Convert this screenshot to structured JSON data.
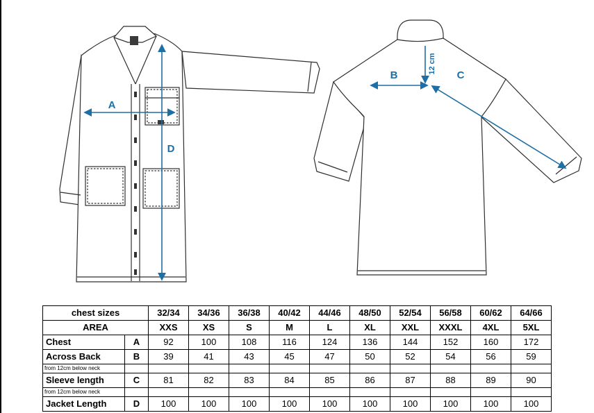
{
  "colors": {
    "accent": "#1d6fa5",
    "line": "#2e2e2e"
  },
  "diagram": {
    "labels": {
      "a": "A",
      "b": "B",
      "c": "C",
      "d": "D"
    },
    "neck_offset_note": "12 cm"
  },
  "table": {
    "header": {
      "chest_sizes_label": "chest sizes",
      "area_label": "AREA",
      "size_codes": [
        "32/34",
        "34/36",
        "36/38",
        "40/42",
        "44/46",
        "48/50",
        "52/54",
        "56/58",
        "60/62",
        "64/66"
      ],
      "size_names": [
        "XXS",
        "XS",
        "S",
        "M",
        "L",
        "XL",
        "XXL",
        "XXXL",
        "4XL",
        "5XL"
      ]
    },
    "rows": [
      {
        "label": "Chest",
        "area": "A",
        "values": [
          "92",
          "100",
          "108",
          "116",
          "124",
          "136",
          "144",
          "152",
          "160",
          "172"
        ]
      },
      {
        "label": "Across Back",
        "area": "B",
        "note": "from 12cm below neck",
        "values": [
          "39",
          "41",
          "43",
          "45",
          "47",
          "50",
          "52",
          "54",
          "56",
          "59"
        ]
      },
      {
        "label": "Sleeve length",
        "area": "C",
        "note": "from 12cm below neck",
        "values": [
          "81",
          "82",
          "83",
          "84",
          "85",
          "86",
          "87",
          "88",
          "89",
          "90"
        ]
      },
      {
        "label": "Jacket Length",
        "area": "D",
        "values": [
          "100",
          "100",
          "100",
          "100",
          "100",
          "100",
          "100",
          "100",
          "100",
          "100"
        ]
      }
    ]
  }
}
